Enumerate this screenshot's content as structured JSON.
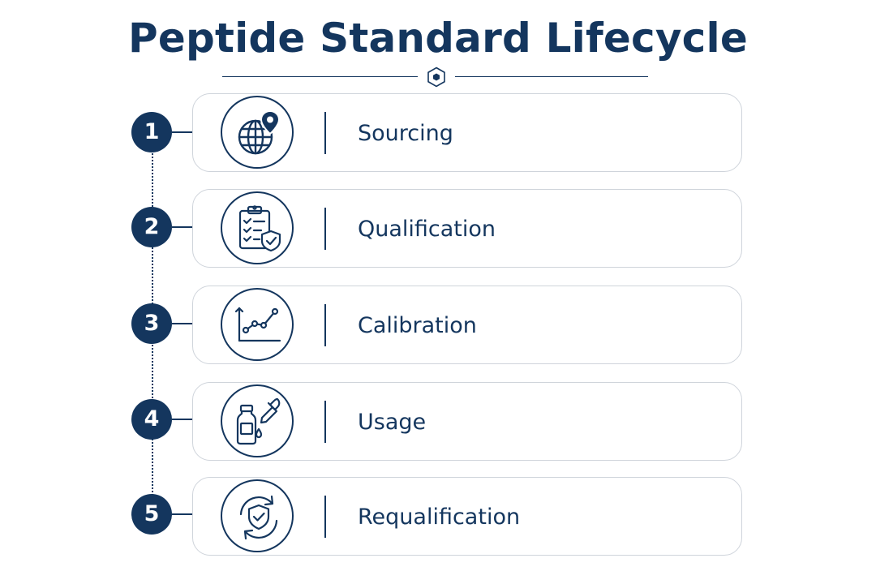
{
  "title": "Peptide Standard Lifecycle",
  "colors": {
    "primary": "#14365e",
    "card_border": "#cfd4db",
    "background": "#ffffff"
  },
  "steps": [
    {
      "number": "1",
      "label": "Sourcing",
      "icon": "globe-location-pin-icon"
    },
    {
      "number": "2",
      "label": "Qualification",
      "icon": "clipboard-checklist-shield-icon"
    },
    {
      "number": "3",
      "label": "Calibration",
      "icon": "line-chart-icon"
    },
    {
      "number": "4",
      "label": "Usage",
      "icon": "vial-dropper-icon"
    },
    {
      "number": "5",
      "label": "Requalification",
      "icon": "shield-refresh-icon"
    }
  ]
}
